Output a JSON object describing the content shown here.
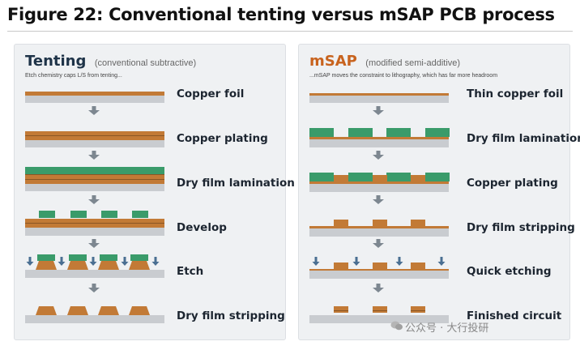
{
  "figure_title": "Figure 22: Conventional tenting versus mSAP PCB process",
  "colors": {
    "copper": "#c27a36",
    "copper_dark": "#8a5626",
    "substrate": "#c9ccd0",
    "dry_film": "#3a9b6a",
    "arrow": "#7d8790",
    "etchant_arrow": "#4a6f92"
  },
  "left": {
    "title": "Tenting",
    "subtitle": "(conventional subtractive)",
    "note": "Etch chemistry caps L/S from tenting...",
    "steps": [
      "Copper foil",
      "Copper plating",
      "Dry film lamination",
      "Develop",
      "Etch",
      "Dry film stripping"
    ]
  },
  "right": {
    "title": "mSAP",
    "subtitle": "(modified semi-additive)",
    "note": "...mSAP moves the constraint to lithography, which has far more headroom",
    "steps": [
      "Thin copper foil",
      "Dry film lamination",
      "Copper plating",
      "Dry film stripping",
      "Quick etching",
      "Finished circuit"
    ]
  },
  "watermark": "公众号 · 大行投研"
}
